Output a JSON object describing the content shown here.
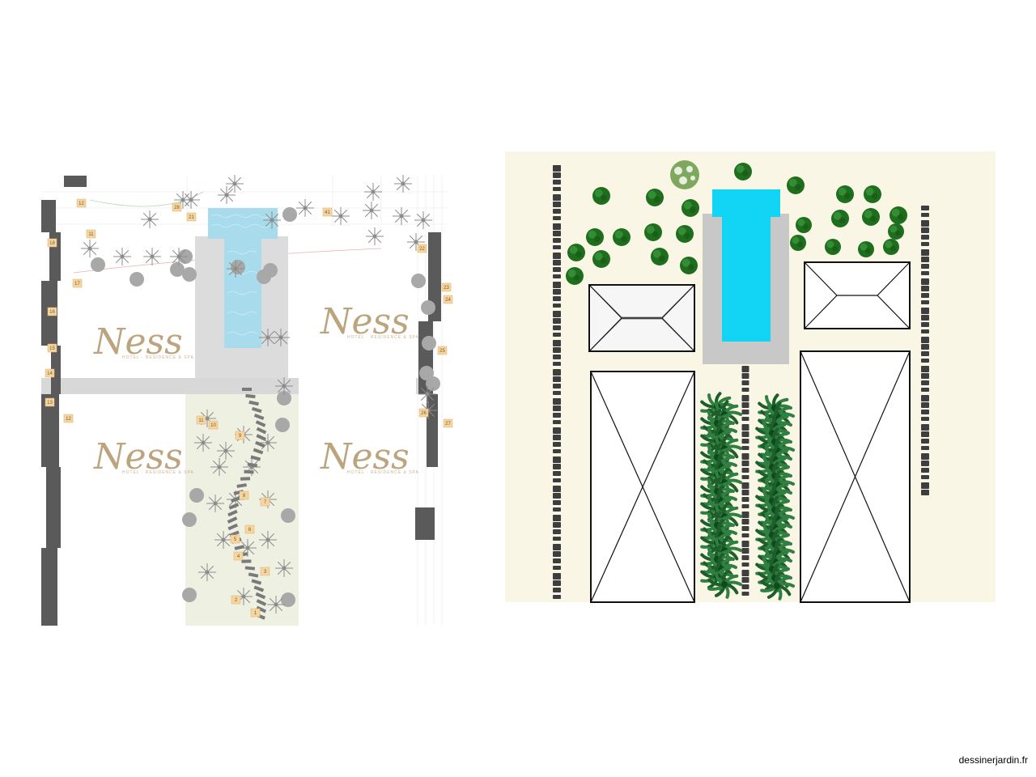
{
  "left_plan": {
    "logos": [
      {
        "text": "Ness",
        "sub": "HOTEL · RESIDENCE & SPA"
      },
      {
        "text": "Ness",
        "sub": "HOTEL · RESIDENCE & SPA"
      },
      {
        "text": "Ness",
        "sub": "HOTEL · RESIDENCE & SPA"
      },
      {
        "text": "Ness",
        "sub": "HOTEL · RESIDENCE & SPA"
      }
    ],
    "markers": [
      "12",
      "28",
      "21",
      "41",
      "11",
      "18",
      "17",
      "16",
      "15",
      "14",
      "13",
      "12",
      "22",
      "23",
      "24",
      "25",
      "26",
      "27",
      "11",
      "10",
      "9",
      "8",
      "7",
      "6",
      "5",
      "4",
      "3",
      "2",
      "1"
    ]
  },
  "footer": {
    "watermark": "dessinerjardin.fr"
  },
  "colors": {
    "pool": "#12d4f5",
    "pool_deck": "#c8c8c8",
    "tree_green": "#1f7a1f",
    "cream_bg": "#faf6e6",
    "wall_dark": "#4a4a4a"
  }
}
